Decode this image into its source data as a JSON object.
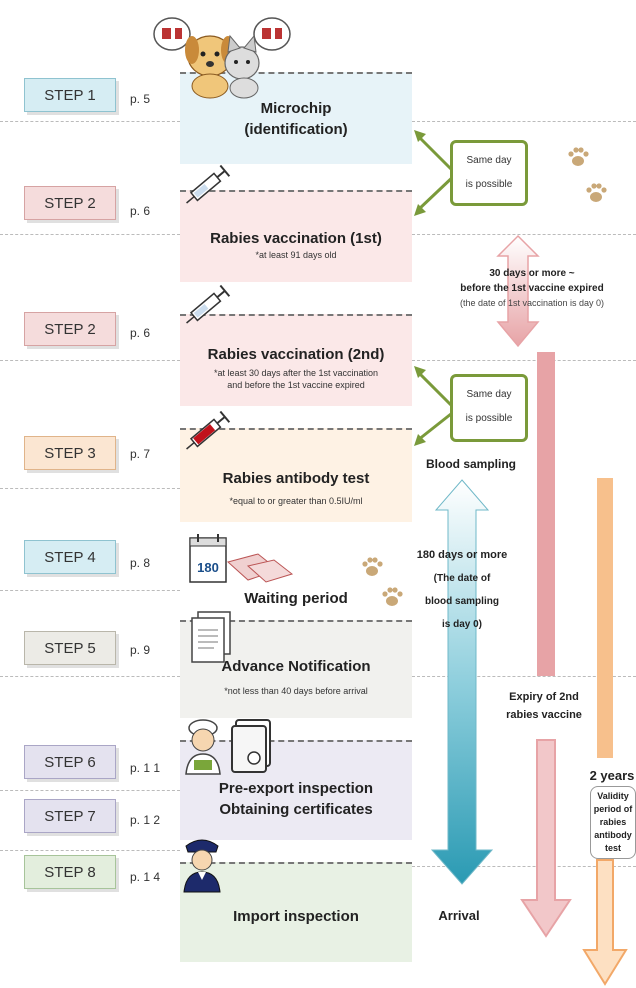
{
  "steps": [
    {
      "label": "STEP 1",
      "page": "p. 5",
      "color": "#d6edf3",
      "border": "#8fc3d0"
    },
    {
      "label": "STEP 2",
      "page": "p. 6",
      "color": "#f5dcdc",
      "border": "#d6a3a3"
    },
    {
      "label": "STEP 2",
      "page": "p. 6",
      "color": "#f5dcdc",
      "border": "#d6a3a3"
    },
    {
      "label": "STEP 3",
      "page": "p. 7",
      "color": "#fbe6d2",
      "border": "#e0b48a"
    },
    {
      "label": "STEP 4",
      "page": "p. 8",
      "color": "#d6edf3",
      "border": "#8fc3d0"
    },
    {
      "label": "STEP 5",
      "page": "p. 9",
      "color": "#ecebe6",
      "border": "#b9b6aa"
    },
    {
      "label": "STEP  6",
      "page": "p. 1 1",
      "color": "#e4e2ef",
      "border": "#aaa6c6"
    },
    {
      "label": "STEP 7",
      "page": "p. 1 2",
      "color": "#e4e2ef",
      "border": "#aaa6c6"
    },
    {
      "label": "STEP 8",
      "page": "p. 1 4",
      "color": "#e3eedd",
      "border": "#a7c49a"
    }
  ],
  "cards": {
    "microchip": {
      "title1": "Microchip",
      "title2": "(identification)"
    },
    "vaccine1": {
      "title": "Rabies vaccination (1st)",
      "note": "*at least 91 days old"
    },
    "vaccine2": {
      "title": "Rabies vaccination (2nd)",
      "note1": "*at least 30 days after the 1st vaccination",
      "note2": "and before the 1st vaccine expired"
    },
    "antibody": {
      "title": "Rabies antibody test",
      "note": "*equal to or greater than 0.5IU/ml"
    },
    "waiting": {
      "title": "Waiting period"
    },
    "advance": {
      "title": "Advance Notification",
      "note": "*not less than 40 days before arrival"
    },
    "preexport": {
      "title1": "Pre-export  inspection",
      "title2": "Obtaining certificates"
    },
    "import": {
      "title": "Import inspection"
    }
  },
  "notes": {
    "same_day_1a": "Same day",
    "same_day_1b": "is possible",
    "same_day_2a": "Same day",
    "same_day_2b": "is possible",
    "thirty_days_1": "30 days or more ~",
    "thirty_days_2": "before the 1st vaccine expired",
    "thirty_days_3": "(the date of 1st vaccination is day 0)",
    "blood_sampling": "Blood sampling",
    "days180_1": "180 days or more",
    "days180_2": "(The date of",
    "days180_3": "blood sampling",
    "days180_4": "is day 0)",
    "expiry_1": "Expiry of 2nd",
    "expiry_2": "rabies vaccine",
    "arrival": "Arrival",
    "two_years": "2 years",
    "validity_1": "Validity",
    "validity_2": "period of",
    "validity_3": "rabies",
    "validity_4": "antibody",
    "validity_5": "test",
    "calendar_num": "180"
  },
  "colors": {
    "green_arrow": "#7a9a3a",
    "pink_arrow": "#e7a3a6",
    "orange_arrow": "#f7c08c",
    "blue_arrow_top": "#ffffff",
    "blue_arrow_bottom": "#2a9ab3"
  },
  "icons": [
    "dog-cat-icon",
    "syringe-icon",
    "blood-syringe-icon",
    "calendar-icon",
    "document-icon",
    "inspector-icon",
    "certificate-icon",
    "officer-icon",
    "paw-icon"
  ]
}
